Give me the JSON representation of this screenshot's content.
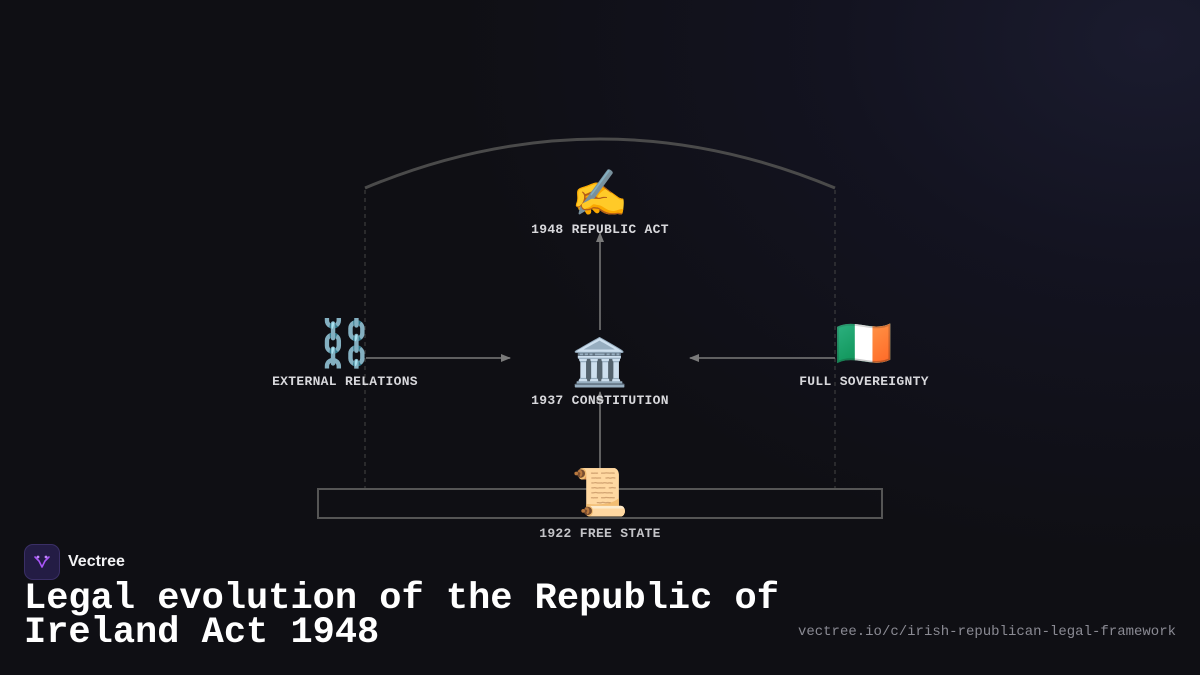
{
  "diagram": {
    "nodes": [
      {
        "id": "republic-act",
        "emoji": "✍️",
        "label": "1948 REPUBLIC ACT",
        "icon": "writing-hand-icon"
      },
      {
        "id": "external-relations",
        "emoji": "⛓️",
        "label": "EXTERNAL RELATIONS",
        "icon": "chains-icon"
      },
      {
        "id": "constitution",
        "emoji": "🏛️",
        "label": "1937 CONSTITUTION",
        "icon": "classical-building-icon"
      },
      {
        "id": "full-sovereignty",
        "emoji": "🇮🇪",
        "label": "FULL SOVEREIGNTY",
        "icon": "ireland-flag-icon"
      },
      {
        "id": "free-state",
        "emoji": "📜",
        "label": "1922 FREE STATE",
        "icon": "scroll-icon"
      }
    ],
    "colors": {
      "arc": "#4a4a4a",
      "arrow": "#7a7a7a",
      "dashed": "#444444",
      "base_box": "#555555"
    }
  },
  "brand": {
    "name": "Vectree",
    "accent": "#8b5cf6"
  },
  "title": "Legal evolution of the Republic of Ireland Act 1948",
  "url": "vectree.io/c/irish-republican-legal-framework"
}
